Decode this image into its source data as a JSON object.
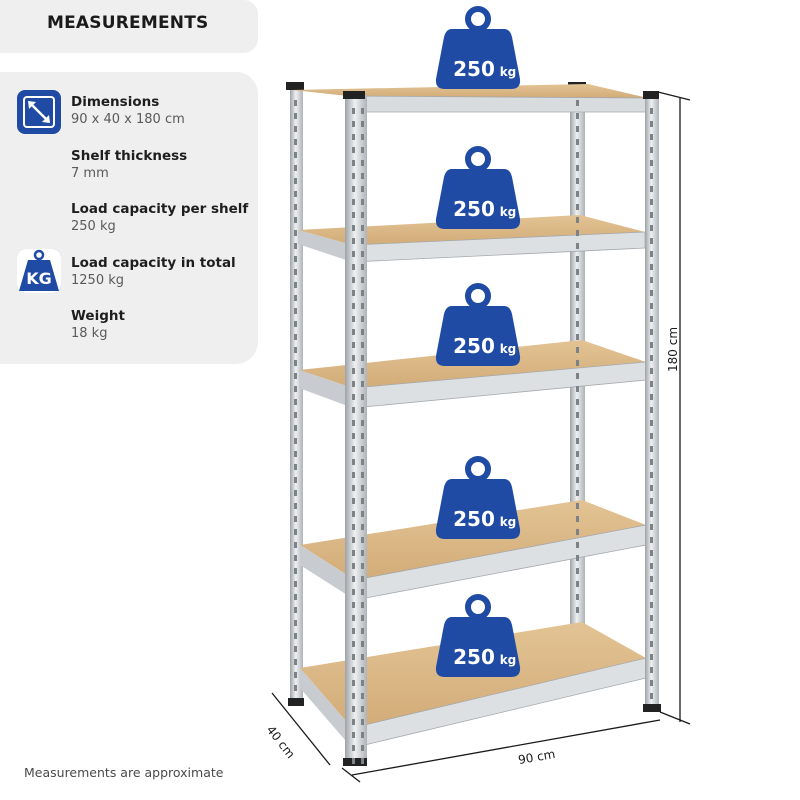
{
  "header": {
    "title": "MEASUREMENTS"
  },
  "specs": [
    {
      "label": "Dimensions",
      "value": "90 x 40 x 180 cm",
      "icon": "resize-arrows-icon"
    },
    {
      "label": "Shelf thickness",
      "value": "7 mm",
      "icon": ""
    },
    {
      "label": "Load capacity per shelf",
      "value": "250 kg",
      "icon": ""
    },
    {
      "label": "Load capacity in total",
      "value": "1250 kg",
      "icon": "kg-weight-icon",
      "icon_text": "KG"
    },
    {
      "label": "Weight",
      "value": "18 kg",
      "icon": ""
    }
  ],
  "badge": {
    "number": "250",
    "unit": "kg"
  },
  "dimensions": {
    "height": "180 cm",
    "width": "90 cm",
    "depth": "40 cm"
  },
  "footnote": "Measurements are approximate",
  "colors": {
    "accent_blue": "#1f4ba5",
    "panel_gray": "#efefef",
    "board": "#dcb98a",
    "metal": "#c9cdd1"
  }
}
